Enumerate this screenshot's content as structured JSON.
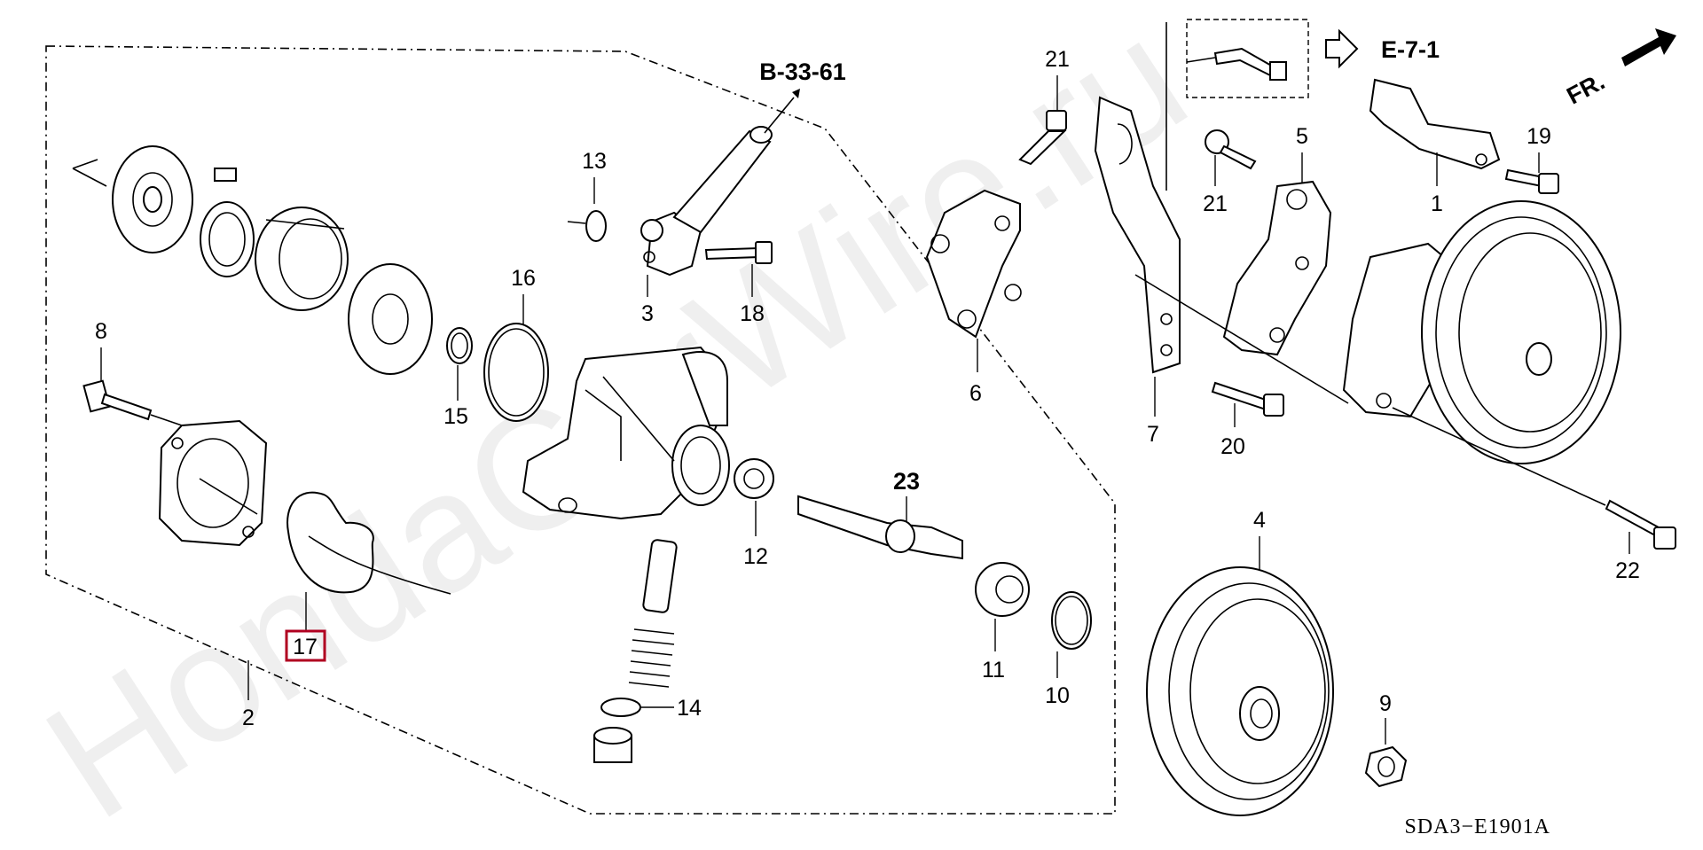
{
  "diagram": {
    "watermark": "HondaCarWire.ru",
    "diagram_code": "SDA3−E1901A",
    "ref_b": "B-33-61",
    "ref_e": "E-7-1",
    "front_marker": "FR.",
    "highlight_part": "17",
    "part_labels": {
      "p1": "1",
      "p2": "2",
      "p3": "3",
      "p4": "4",
      "p5": "5",
      "p6": "6",
      "p7": "7",
      "p8": "8",
      "p9": "9",
      "p10": "10",
      "p11": "11",
      "p12": "12",
      "p13": "13",
      "p14": "14",
      "p15": "15",
      "p16": "16",
      "p17": "17",
      "p18": "18",
      "p19": "19",
      "p20": "20",
      "p21a": "21",
      "p21b": "21",
      "p22": "22",
      "p23": "23"
    }
  }
}
